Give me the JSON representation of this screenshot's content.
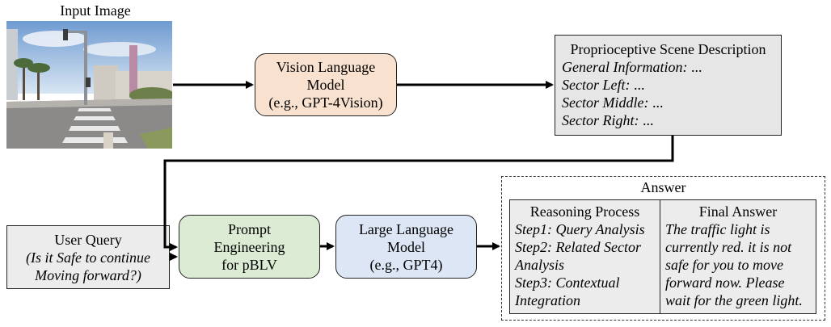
{
  "input": {
    "title": "Input Image"
  },
  "vlm": {
    "line1": "Vision Language",
    "line2": "Model",
    "line3": "(e.g., GPT-4Vision)",
    "color": "#f8e1cf"
  },
  "scene": {
    "title": "Proprioceptive Scene Description",
    "general": "General Information:",
    "general_value": "...",
    "left": "Sector Left:",
    "left_value": "...",
    "middle": "Sector Middle:",
    "middle_value": "...",
    "right": "Sector Right:",
    "right_value": "...",
    "color": "#e6e6e6"
  },
  "query": {
    "title": "User Query",
    "line1": "(Is it Safe to continue",
    "line2": "Moving forward?)",
    "color": "#ececec"
  },
  "prompt": {
    "line1": "Prompt",
    "line2": "Engineering",
    "line3": "for pBLV",
    "color": "#dcebd4"
  },
  "llm": {
    "line1": "Large Language",
    "line2": "Model",
    "line3": "(e.g., GPT4)",
    "color": "#dce6f5"
  },
  "answer": {
    "title": "Answer",
    "reasoning": {
      "title": "Reasoning Process",
      "lines": [
        "Step1: Query Analysis",
        "Step2: Related Sector",
        "Analysis",
        "Step3: Contextual",
        "Integration"
      ]
    },
    "final": {
      "title": "Final Answer",
      "lines": [
        "The traffic light is",
        "currently red. it is not",
        "safe for you to move",
        "forward now. Please",
        "wait for the green light."
      ]
    },
    "color": "#ececec"
  }
}
